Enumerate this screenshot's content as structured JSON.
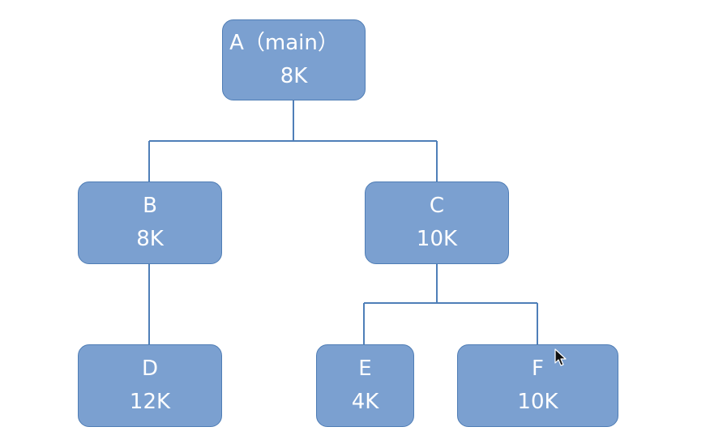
{
  "nodes": {
    "a": {
      "label": "A（main）",
      "size": "8K"
    },
    "b": {
      "label": "B",
      "size": "8K"
    },
    "c": {
      "label": "C",
      "size": "10K"
    },
    "d": {
      "label": "D",
      "size": "12K"
    },
    "e": {
      "label": "E",
      "size": "4K"
    },
    "f": {
      "label": "F",
      "size": "10K"
    }
  },
  "edges": [
    [
      "a",
      "b"
    ],
    [
      "a",
      "c"
    ],
    [
      "b",
      "d"
    ],
    [
      "c",
      "e"
    ],
    [
      "c",
      "f"
    ]
  ],
  "colors": {
    "node_fill": "#7ba0d0",
    "node_border": "#4f7db5",
    "connector": "#4f7fb8",
    "text": "#ffffff"
  },
  "icons": {
    "cursor": "mouse-pointer-icon"
  }
}
